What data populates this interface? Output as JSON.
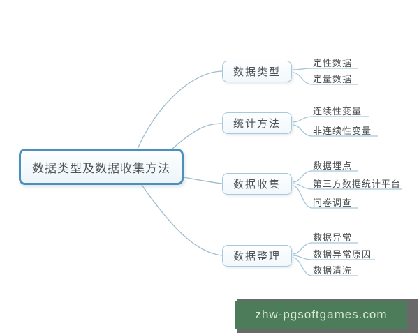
{
  "root": {
    "label": "数据类型及数据收集方法"
  },
  "branches": [
    {
      "label": "数据类型",
      "children": [
        {
          "label": "定性数据"
        },
        {
          "label": "定量数据"
        }
      ]
    },
    {
      "label": "统计方法",
      "children": [
        {
          "label": "连续性变量"
        },
        {
          "label": "非连续性变量"
        }
      ]
    },
    {
      "label": "数据收集",
      "children": [
        {
          "label": "数据埋点"
        },
        {
          "label": "第三方数据统计平台"
        },
        {
          "label": "问卷调查"
        }
      ]
    },
    {
      "label": "数据整理",
      "children": [
        {
          "label": "数据异常"
        },
        {
          "label": "数据异常原因"
        },
        {
          "label": "数据清洗"
        }
      ]
    }
  ],
  "watermark": {
    "text": "zhw-pgsoftgames.com"
  },
  "colors": {
    "central_border": "#4a90ba",
    "branch_border": "#a9c8dc",
    "connector": "#9fbccd",
    "node_text": "#4d5357",
    "leaf_text": "#4b4f52",
    "watermark_bg": "#4d7c5b",
    "watermark_shadow": "#696969",
    "watermark_text": "#d7e9d4"
  }
}
